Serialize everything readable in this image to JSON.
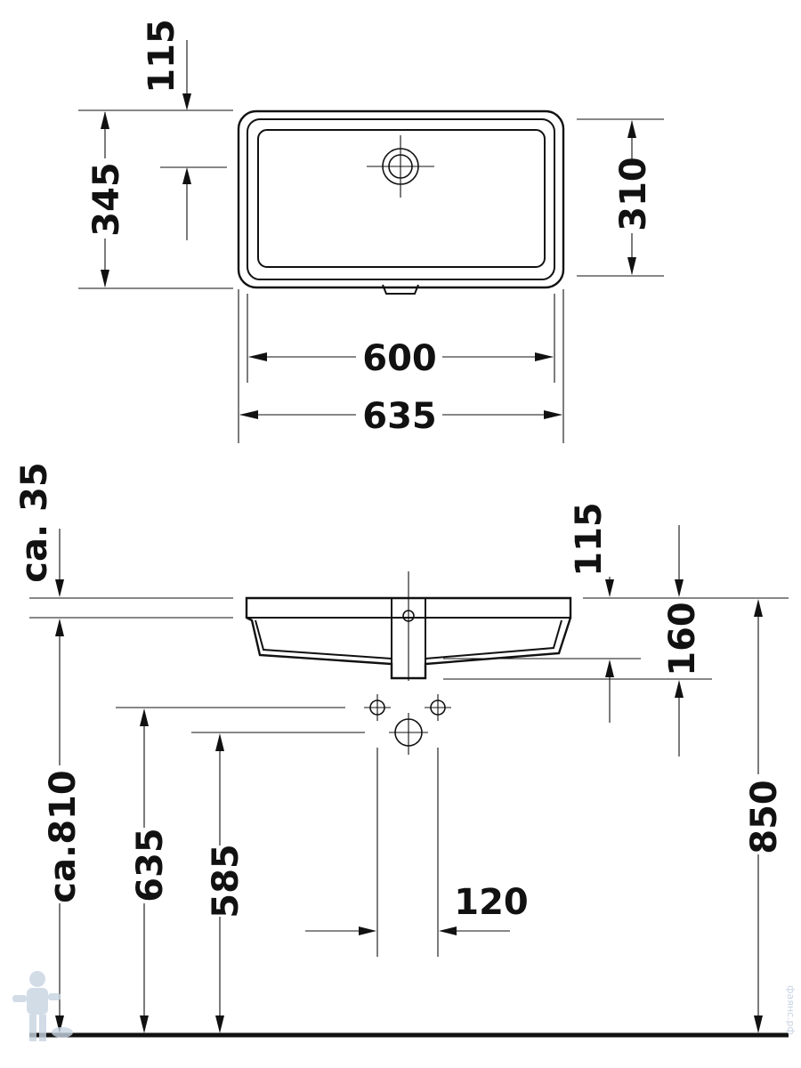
{
  "plan_view": {
    "dim_offset_115": "115",
    "dim_outer_depth": "345",
    "dim_inner_depth": "310",
    "dim_inner_width": "600",
    "dim_outer_width": "635"
  },
  "side_view": {
    "dim_ca35": "ca. 35",
    "dim_ca810": "ca.810",
    "dim_635": "635",
    "dim_585": "585",
    "dim_120": "120",
    "dim_115": "115",
    "dim_160": "160",
    "dim_850": "850"
  },
  "watermark": {
    "text": "фаянс.рф",
    "color": "#c8d4e2"
  }
}
